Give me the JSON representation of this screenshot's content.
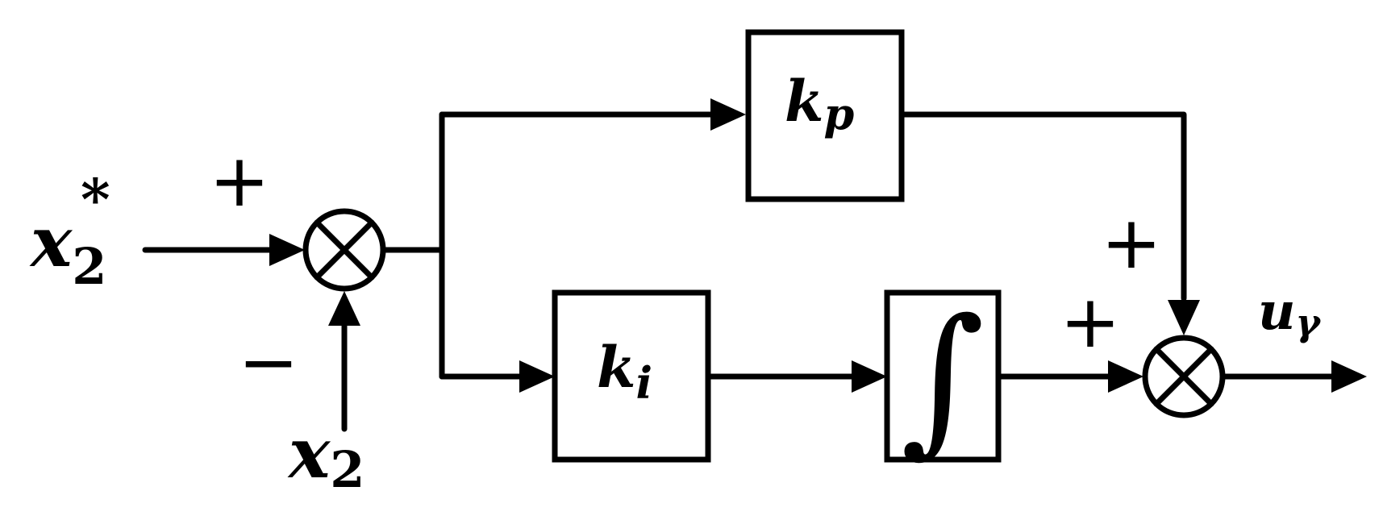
{
  "inputs": {
    "reference": {
      "base": "x",
      "subscript": "2",
      "superscript": "*"
    },
    "feedback": {
      "base": "x",
      "subscript": "2"
    }
  },
  "output": {
    "base": "u",
    "subscript": "γ"
  },
  "blocks": {
    "proportional": {
      "base": "k",
      "subscript": "p"
    },
    "integral_gain": {
      "base": "k",
      "subscript": "i"
    },
    "integrator": {
      "symbol": "∫"
    }
  },
  "summing_junctions": {
    "error": {
      "plus": "+",
      "minus": "−"
    },
    "output": {
      "plus_top": "+",
      "plus_left": "+"
    }
  }
}
